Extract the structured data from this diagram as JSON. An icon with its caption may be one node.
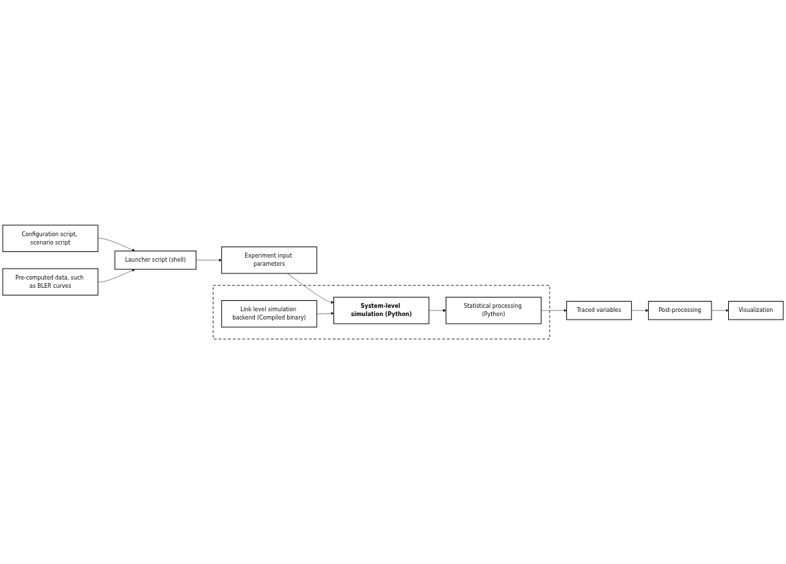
{
  "diagram": {
    "nodes": [
      {
        "text": [
          "Configuration script, scenario script"
        ]
      },
      {
        "text": [
          "Launcher script (shell)"
        ]
      },
      {
        "text": [
          "Experiment input parameters"
        ]
      },
      {
        "text": [
          "Pre-computed data, such as BLER curves"
        ]
      },
      {
        "text": [],
        "shape": "box"
      },
      {
        "text": [
          "Link level simulation backend (Compiled binary)"
        ],
        "in": 4
      },
      {
        "text": [
          "System-level simulation (Python)"
        ],
        "in": 4
      },
      {
        "text": [
          "Statistical processing (Python)"
        ],
        "in": 4
      },
      {
        "text": [
          "Visualization"
        ]
      },
      {
        "text": [
          "Post-processing"
        ]
      },
      {
        "text": [
          "Traced variables"
        ]
      }
    ],
    "edges": [
      {
        "from": 0,
        "to": 1,
        "arrow": "to"
      },
      {
        "from": 3,
        "to": 1,
        "arrow": "to"
      },
      {
        "from": 1,
        "to": 2,
        "arrow": "to"
      },
      {
        "from": 2,
        "to": 6,
        "arrow": "to"
      },
      {
        "from": 5,
        "to": 6,
        "arrow": "to"
      },
      {
        "from": 6,
        "to": 7,
        "arrow": "to"
      },
      {
        "from": 7,
        "to": 10,
        "arrow": "to"
      },
      {
        "from": 10,
        "to": 9,
        "arrow": "to"
      },
      {
        "from": 9,
        "to": 8,
        "arrow": "to"
      }
    ]
  }
}
